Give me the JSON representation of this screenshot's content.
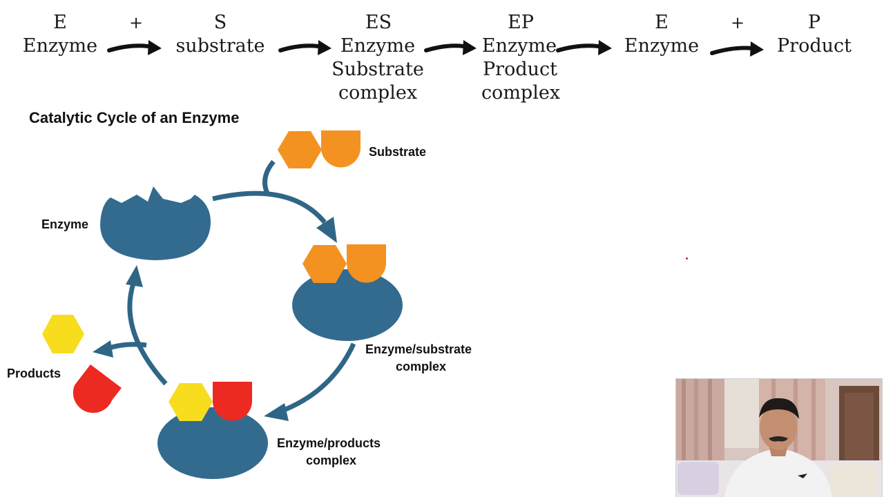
{
  "equation": {
    "symbols": [
      "E",
      "+",
      "S",
      "ES",
      "EP",
      "E",
      "+",
      "P"
    ],
    "labels": {
      "enzyme_1": "Enzyme",
      "substrate": "substrate",
      "es_line1": "Enzyme",
      "es_line2": "Substrate",
      "es_line3": "complex",
      "ep_line1": "Enzyme",
      "ep_line2": "Product",
      "ep_line3": "complex",
      "enzyme_2": "Enzyme",
      "product": "Product"
    }
  },
  "diagram": {
    "title": "Catalytic Cycle of an Enzyme",
    "labels": {
      "substrate": "Substrate",
      "enzyme": "Enzyme",
      "es_complex_line1": "Enzyme/substrate",
      "es_complex_line2": "complex",
      "ep_complex_line1": "Enzyme/products",
      "ep_complex_line2": "complex",
      "products": "Products"
    },
    "colors": {
      "enzyme": "#336b8f",
      "arrow": "#2f6686",
      "substrate": "#f39220",
      "product_hexagon": "#f7dd1e",
      "product_shield": "#ec2a22"
    }
  },
  "webcam": {
    "icon": "presenter-webcam-video"
  }
}
